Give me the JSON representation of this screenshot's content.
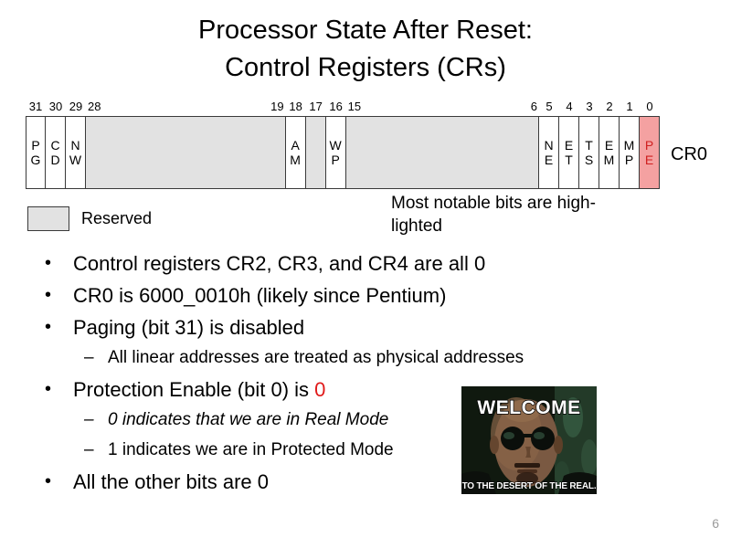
{
  "slide": {
    "title_line1": "Processor State After Reset:",
    "title_line2": "Control Registers (CRs)",
    "page_number": "6"
  },
  "register": {
    "name": "CR0",
    "segments": [
      {
        "num": "31",
        "label": "P\nG",
        "kind": "bit"
      },
      {
        "num": "30",
        "label": "C\nD",
        "kind": "bit"
      },
      {
        "num": "29",
        "label": "N\nW",
        "kind": "bit"
      },
      {
        "num_left": "28",
        "num_right": "19",
        "label": "",
        "kind": "reserved"
      },
      {
        "num": "18",
        "label": "A\nM",
        "kind": "bit"
      },
      {
        "num": "17",
        "label": "",
        "kind": "reserved"
      },
      {
        "num": "16",
        "label": "W\nP",
        "kind": "bit"
      },
      {
        "num_left": "15",
        "num_right": "6",
        "label": "",
        "kind": "reserved"
      },
      {
        "num": "5",
        "label": "N\nE",
        "kind": "bit"
      },
      {
        "num": "4",
        "label": "E\nT",
        "kind": "bit"
      },
      {
        "num": "3",
        "label": "T\nS",
        "kind": "bit"
      },
      {
        "num": "2",
        "label": "E\nM",
        "kind": "bit"
      },
      {
        "num": "1",
        "label": "M\nP",
        "kind": "bit"
      },
      {
        "num": "0",
        "label": "P\nE",
        "kind": "highlighted-bit"
      }
    ],
    "legend_label": "Reserved",
    "note": "Most notable bits are high-\nlighted"
  },
  "theme": {
    "reserved_fill": "#e2e2e2",
    "highlight_fill": "#f4a1a1",
    "highlight_text": "#cf2020",
    "accent_red": "#e01a1a",
    "border": "#3a3a3a",
    "page_gray": "#9a9a9a"
  },
  "bullets": {
    "marker1": "•",
    "marker2": "–",
    "items": [
      {
        "level": 1,
        "text": "Control registers CR2, CR3, and CR4 are all 0"
      },
      {
        "level": 1,
        "text": "CR0 is 6000_0010h (likely since Pentium)"
      },
      {
        "level": 1,
        "text": "Paging (bit 31) is disabled"
      },
      {
        "level": 2,
        "text": "All linear addresses are treated as physical addresses"
      },
      {
        "level": 1,
        "text": "Protection Enable (bit 0) is ",
        "highlight": "0"
      },
      {
        "level": 2,
        "text": "0 indicates that we are in Real Mode",
        "italic": true
      },
      {
        "level": 2,
        "text": "1 indicates we are in Protected Mode"
      },
      {
        "level": 1,
        "text": "All the other bits are 0"
      }
    ]
  },
  "meme": {
    "top_text": "WELCOME",
    "bottom_text": "TO THE DESERT OF THE REAL."
  }
}
